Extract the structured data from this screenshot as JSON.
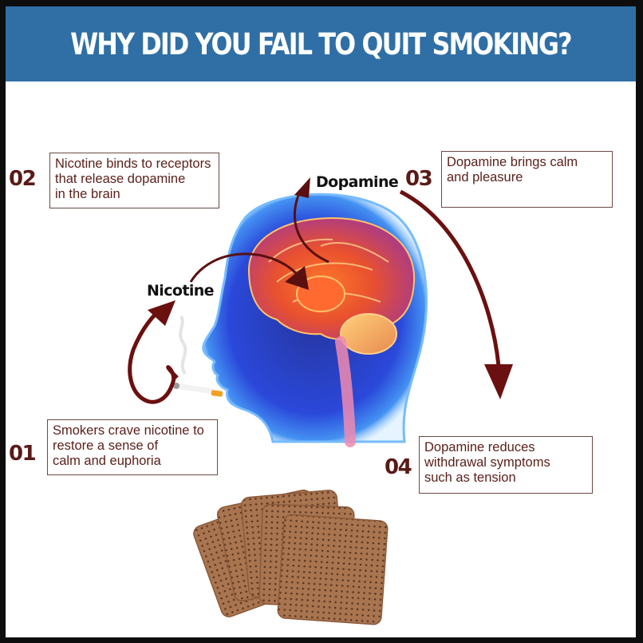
{
  "header": {
    "title": "WHY DID YOU FAIL TO QUIT SMOKING?",
    "background_color": "#2f6fa5"
  },
  "labels": {
    "nicotine": "Nicotine",
    "dopamine": "Dopamine"
  },
  "steps": [
    {
      "number": "01",
      "lines": [
        "Smokers crave nicotine to",
        "restore a sense of",
        "calm and euphoria"
      ]
    },
    {
      "number": "02",
      "lines": [
        "Nicotine binds to receptors",
        "that release dopamine",
        "in the brain"
      ]
    },
    {
      "number": "03",
      "lines": [
        "Dopamine brings calm",
        "and pleasure"
      ]
    },
    {
      "number": "04",
      "lines": [
        "Dopamine reduces",
        "withdrawal symptoms",
        "such as tension"
      ]
    }
  ],
  "colors": {
    "step_number": "#5a1a16",
    "arrow": "#6b1010",
    "head": "#1a3fd6",
    "brain": "#e8602a",
    "patch": "#a97550"
  },
  "illustration": {
    "head": "human-head-profile-with-brain",
    "cigarette": "cigarette",
    "patches": "nicotine-patches"
  }
}
